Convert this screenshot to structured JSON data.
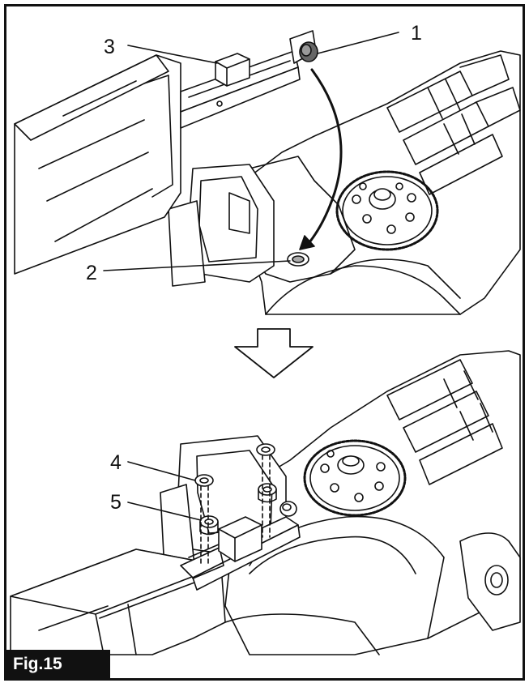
{
  "callouts": {
    "c1": "1",
    "c2": "2",
    "c3": "3",
    "c4": "4",
    "c5": "5"
  },
  "figure_label": "Fig.15",
  "colors": {
    "ink": "#111111",
    "paper": "#ffffff",
    "shade": "#d9d9d9"
  },
  "icons": {
    "transition_arrow": "down-arrow-icon"
  }
}
